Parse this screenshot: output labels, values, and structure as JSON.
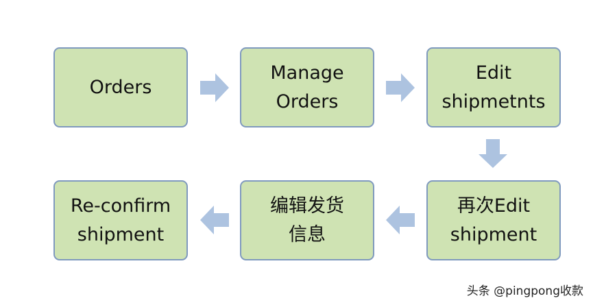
{
  "colors": {
    "box_fill": "#cfe3b3",
    "box_border": "#7f99be",
    "arrow_fill": "#adc3e0"
  },
  "steps": [
    {
      "lines": [
        "Orders"
      ]
    },
    {
      "lines": [
        "Manage",
        "Orders"
      ]
    },
    {
      "lines": [
        "Edit",
        "shipmetnts"
      ]
    },
    {
      "lines": [
        "再次Edit",
        "shipment"
      ]
    },
    {
      "lines": [
        "编辑发货",
        "信息"
      ]
    },
    {
      "lines": [
        "Re-confirm",
        "shipment"
      ]
    }
  ],
  "watermark": "头条 @pingpong收款"
}
